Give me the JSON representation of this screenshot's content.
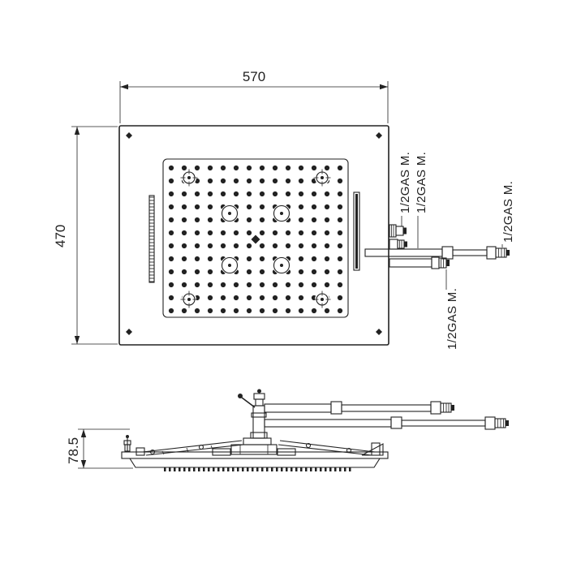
{
  "page": {
    "background": "#ffffff",
    "line_color": "#222222",
    "description": "Technical dimensional drawing of a ceiling rain shower head, top view and side profile view"
  },
  "top_view": {
    "width_dimension": "570",
    "height_dimension": "470"
  },
  "side_view": {
    "height_dimension": "78.5"
  },
  "connection_labels": [
    "1/2GAS M.",
    "1/2GAS M.",
    "1/2GAS M.",
    "1/2GAS M."
  ]
}
